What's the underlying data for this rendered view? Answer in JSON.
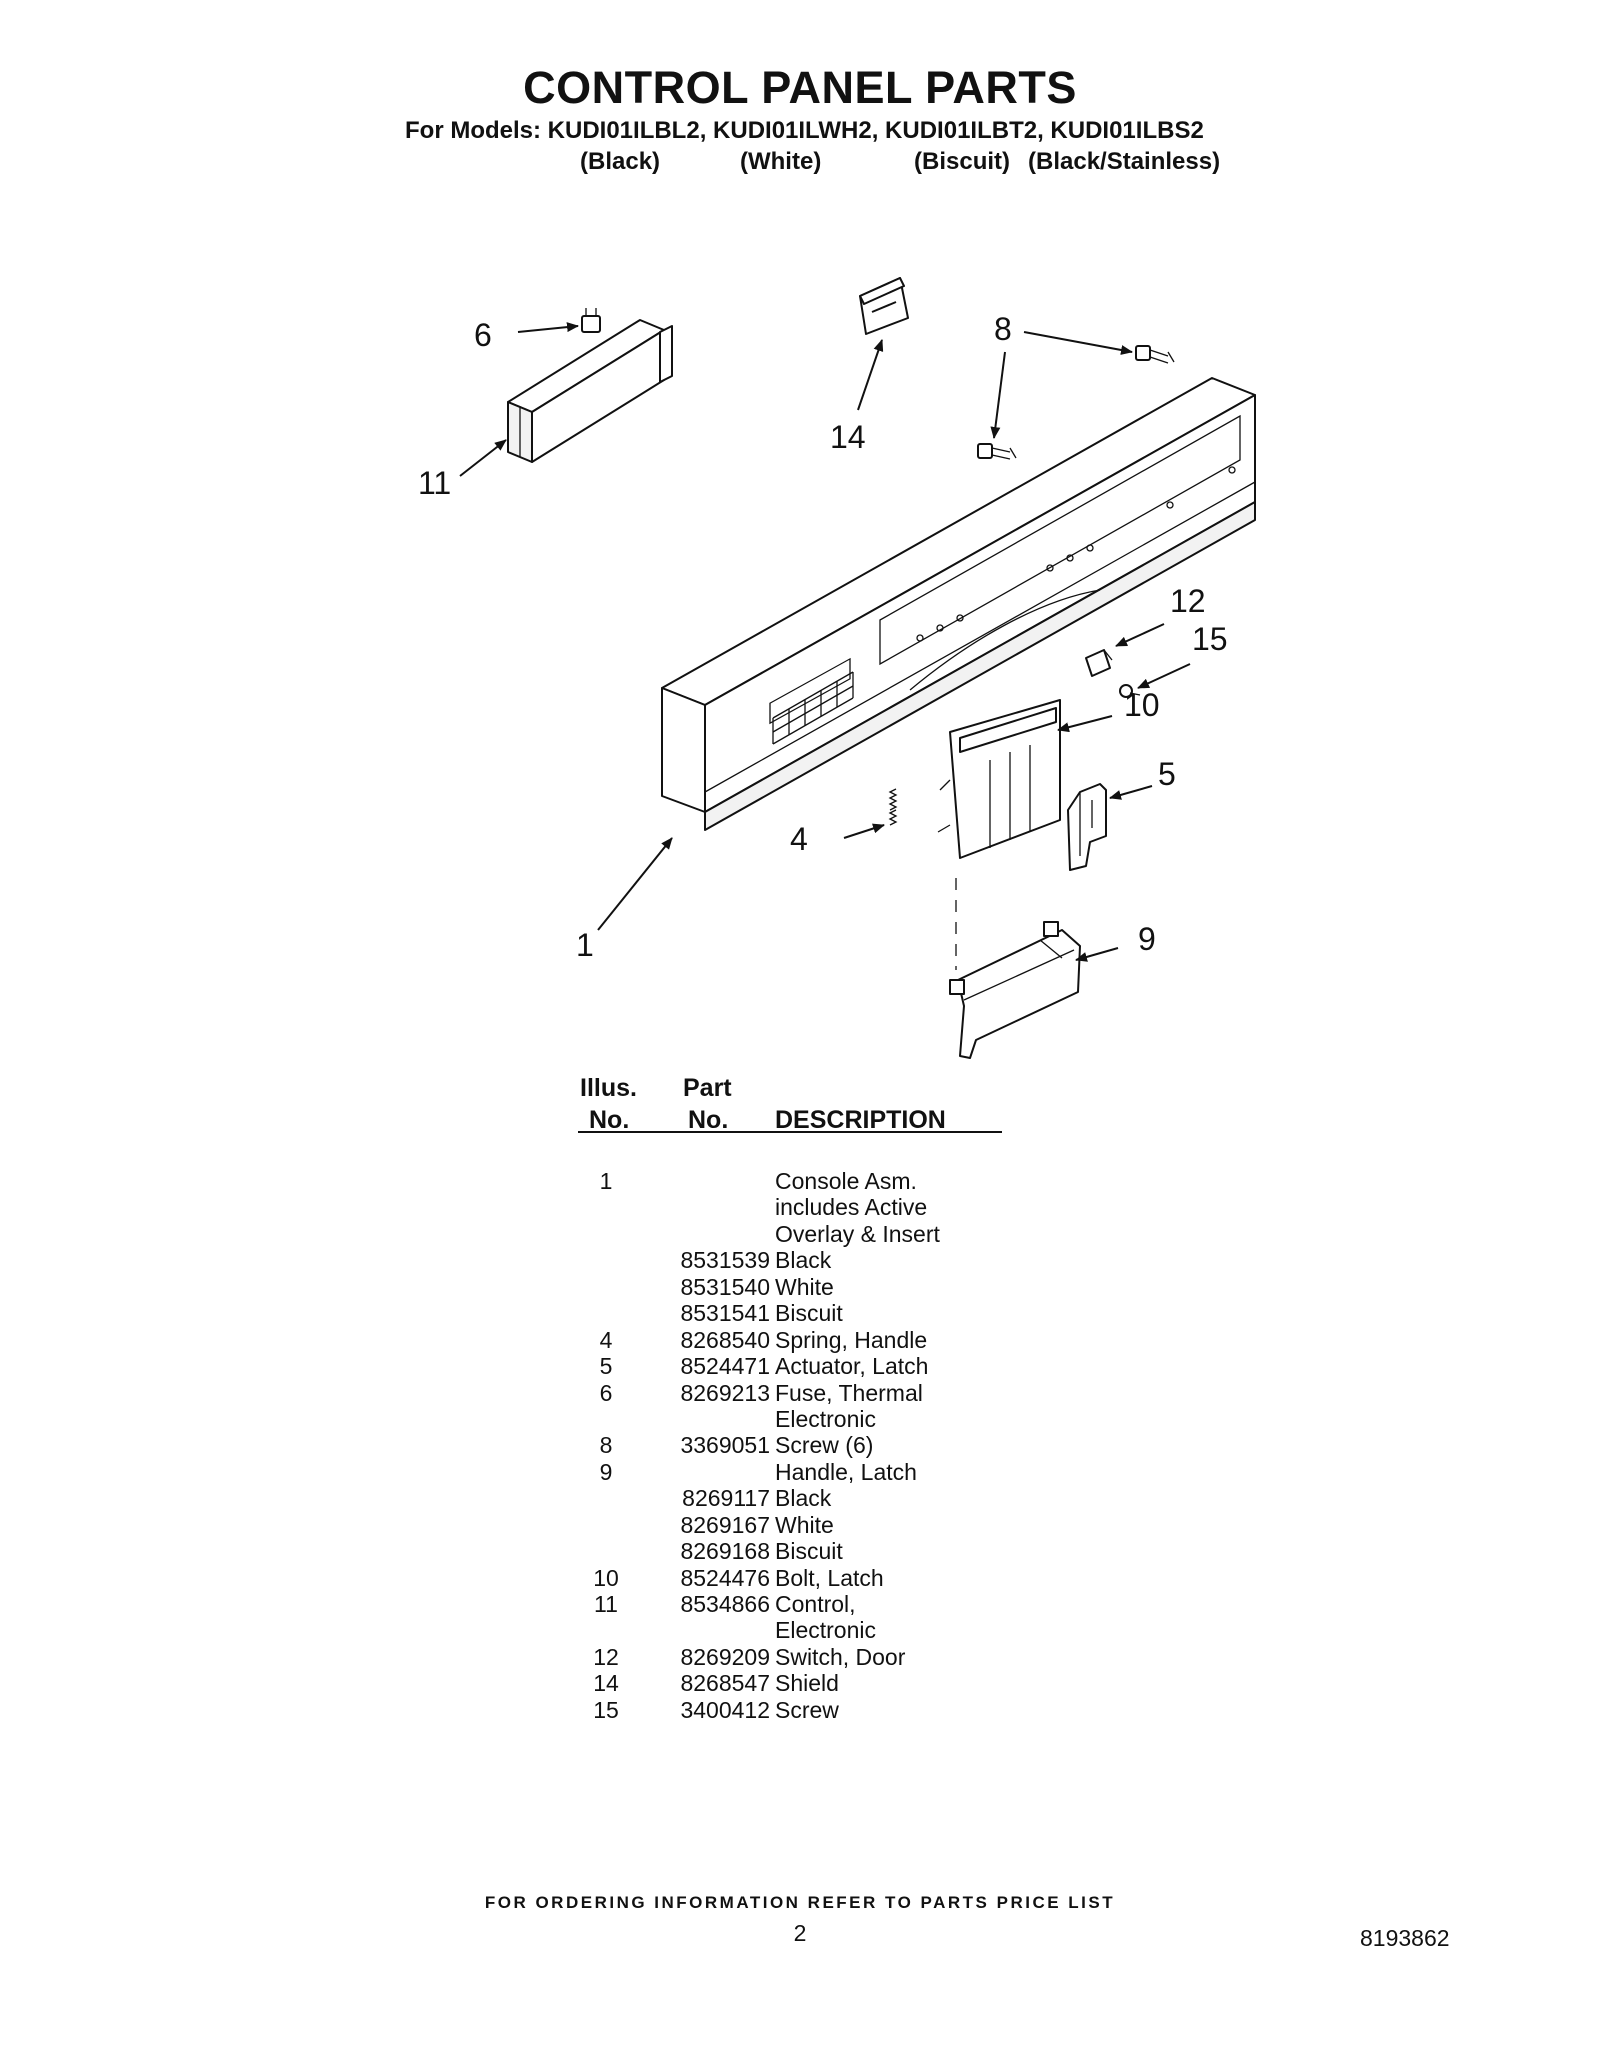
{
  "header": {
    "title": "CONTROL PANEL PARTS",
    "models": "For Models: KUDI01ILBL2, KUDI01ILWH2, KUDI01ILBT2, KUDI01ILBS2",
    "colors": [
      "(Black)",
      "(White)",
      "(Biscuit)",
      "(Black/Stainless)"
    ]
  },
  "diagram": {
    "callouts": [
      "6",
      "8",
      "14",
      "11",
      "12",
      "15",
      "10",
      "5",
      "4",
      "1",
      "9"
    ]
  },
  "table": {
    "headers": {
      "illus_top": "Illus.",
      "illus_bottom": "No.",
      "part_top": "Part",
      "part_bottom": "No.",
      "description": "DESCRIPTION"
    },
    "rows": [
      {
        "illus": "1",
        "part": "",
        "desc": "Console Asm."
      },
      {
        "illus": "",
        "part": "",
        "desc": "includes Active"
      },
      {
        "illus": "",
        "part": "",
        "desc": "Overlay & Insert"
      },
      {
        "illus": "",
        "part": "8531539",
        "desc": "Black"
      },
      {
        "illus": "",
        "part": "8531540",
        "desc": "White"
      },
      {
        "illus": "",
        "part": "8531541",
        "desc": "Biscuit"
      },
      {
        "illus": "4",
        "part": "8268540",
        "desc": "Spring, Handle"
      },
      {
        "illus": "5",
        "part": "8524471",
        "desc": "Actuator, Latch"
      },
      {
        "illus": "6",
        "part": "8269213",
        "desc": "Fuse, Thermal"
      },
      {
        "illus": "",
        "part": "",
        "desc": "Electronic"
      },
      {
        "illus": "8",
        "part": "3369051",
        "desc": "Screw (6)"
      },
      {
        "illus": "9",
        "part": "",
        "desc": "Handle, Latch"
      },
      {
        "illus": "",
        "part": "8269117",
        "desc": "Black"
      },
      {
        "illus": "",
        "part": "8269167",
        "desc": "White"
      },
      {
        "illus": "",
        "part": "8269168",
        "desc": "Biscuit"
      },
      {
        "illus": "10",
        "part": "8524476",
        "desc": "Bolt, Latch"
      },
      {
        "illus": "11",
        "part": "8534866",
        "desc": "Control,"
      },
      {
        "illus": "",
        "part": "",
        "desc": "Electronic"
      },
      {
        "illus": "12",
        "part": "8269209",
        "desc": "Switch, Door"
      },
      {
        "illus": "14",
        "part": "8268547",
        "desc": "Shield"
      },
      {
        "illus": "15",
        "part": "3400412",
        "desc": "Screw"
      }
    ]
  },
  "footer": {
    "ordering_note": "FOR ORDERING INFORMATION REFER TO PARTS PRICE LIST",
    "page_number": "2",
    "document_number": "8193862"
  }
}
